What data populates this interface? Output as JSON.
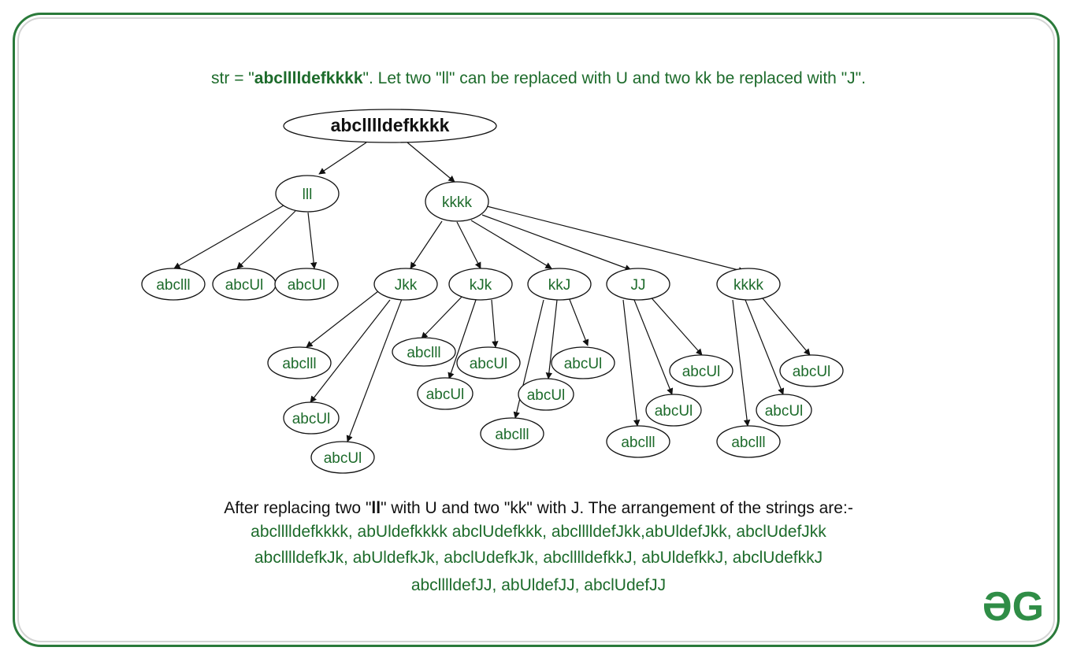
{
  "intro": {
    "prefix": "str = \"",
    "word": "abclllldefkkkk",
    "suffix": "\".  Let two \"ll\" can be replaced with U and two kk be replaced with \"J\"."
  },
  "tree": {
    "root": "abclllldefkkkk",
    "nodes": {
      "lll": "lll",
      "kkkk": "kkkk",
      "l1": "abclll",
      "l2": "abcUl",
      "l3": "abcUl",
      "jkk": "Jkk",
      "kjk": "kJk",
      "kkj": "kkJ",
      "jj": "JJ",
      "kkkk2": "kkkk",
      "jkk_a": "abclll",
      "jkk_b": "abcUl",
      "jkk_c": "abcUl",
      "kjk_a": "abclll",
      "kjk_b": "abcUl",
      "kjk_c": "abcUl",
      "kkj_a": "abclll",
      "kkj_b": "abcUl",
      "kkj_c": "abcUl",
      "jj_a": "abclll",
      "jj_b": "abcUl",
      "jj_c": "abcUl",
      "k2_a": "abclll",
      "k2_b": "abcUl",
      "k2_c": "abcUl"
    }
  },
  "result": {
    "header_prefix": "After replacing two \"",
    "header_bold": "ll",
    "header_suffix": "\" with U and two \"kk\" with J. The arrangement of the strings are:-",
    "lines": [
      "abclllldefkkkk, abUldefkkkk abclUdefkkk, abclllldefJkk,abUldefJkk, abclUdefJkk",
      "abclllldefkJk, abUldefkJk, abclUdefkJk, abclllldefkkJ, abUldefkkJ, abclUdefkkJ",
      "abclllldefJJ, abUldefJJ, abclUdefJJ"
    ]
  },
  "logo": {
    "text": "ƏG",
    "color": "#2f8d46"
  },
  "colors": {
    "accent": "#1d6b2b",
    "border": "#2a7a3a",
    "logo": "#2f8d46"
  }
}
